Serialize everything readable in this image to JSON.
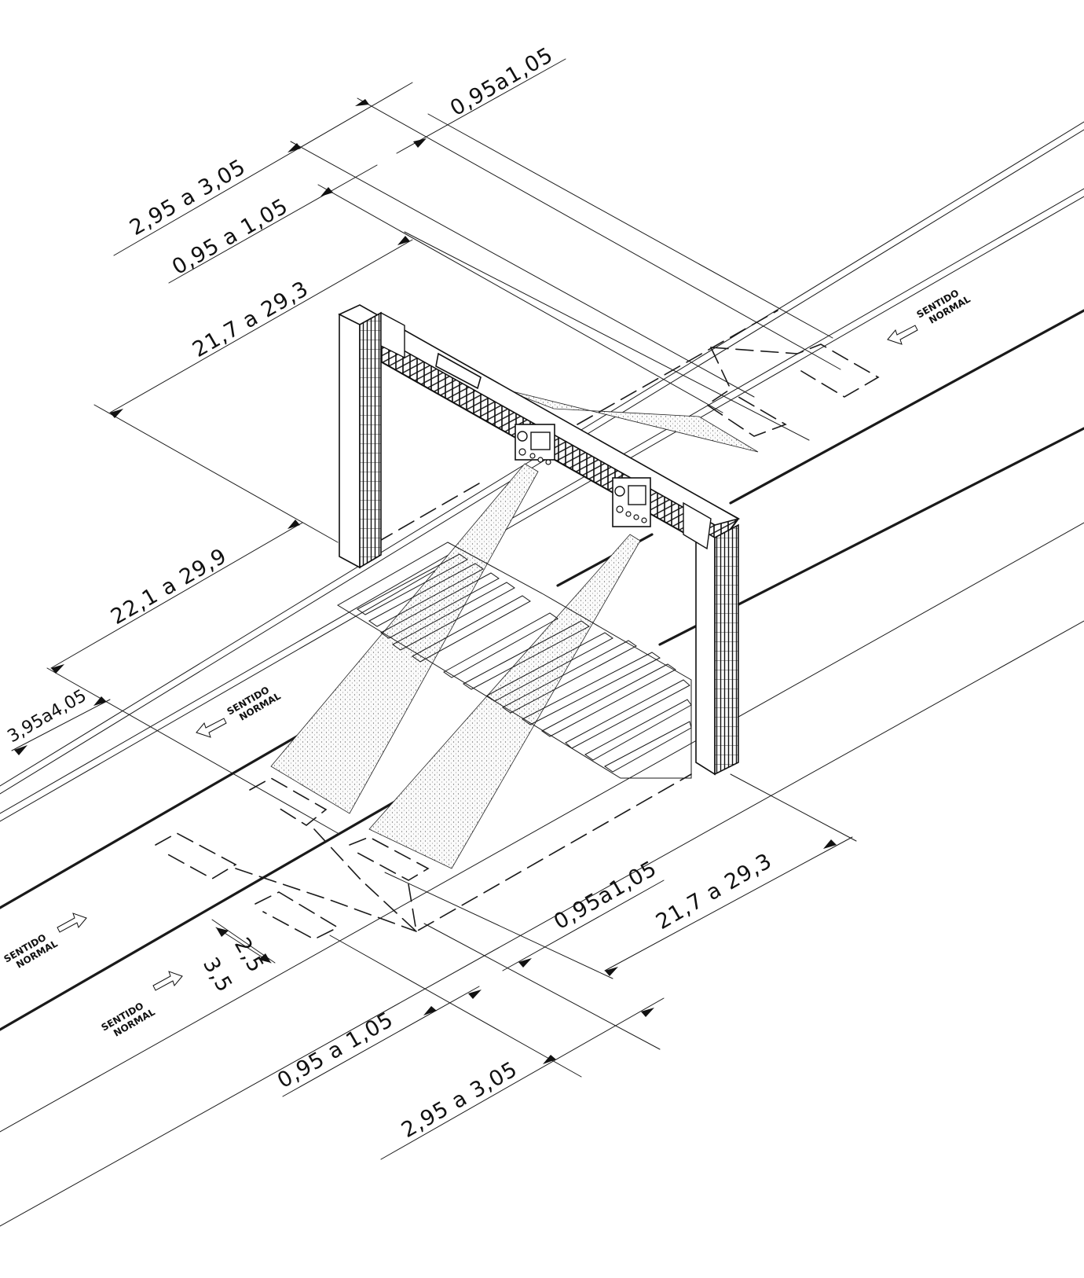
{
  "dimensions": {
    "top_lane_width": "2,95 a 3,05",
    "top_marker_gap": "0,95 a 1,05",
    "top_right_gap": "0,95a1,05",
    "top_span": "21,7 a 29,3",
    "left_span": "22,1 a 29,9",
    "left_offset": "3,95a4,05",
    "bottom_right_gap": "0,95a1,05",
    "bottom_span": "21,7 a 29,3",
    "marker_length": "2,5",
    "marker_spacing": "3,5",
    "bottom_marker_gap": "0,95 a 1,05",
    "bottom_lane_width": "2,95 a 3,05"
  },
  "direction_labels": {
    "top_right": [
      "SENTIDO",
      "NORMAL"
    ],
    "middle_left": [
      "SENTIDO",
      "NORMAL"
    ],
    "bottom_left_1": [
      "SENTIDO",
      "NORMAL"
    ],
    "bottom_left_2": [
      "SENTIDO",
      "NORMAL"
    ]
  },
  "icons": {
    "gantry": "toll-gantry-icon",
    "camera": "camera-icon",
    "arrow": "direction-arrow-icon"
  }
}
